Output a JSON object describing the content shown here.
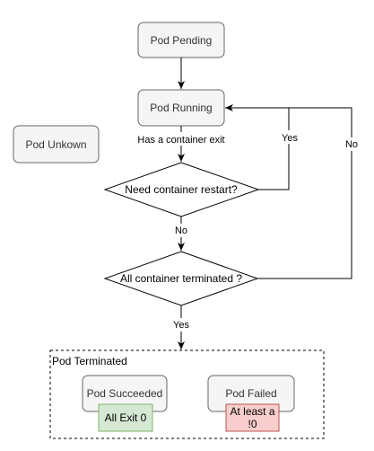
{
  "diagram": {
    "nodes": {
      "pod_pending": "Pod Pending",
      "pod_running": "Pod Running",
      "pod_unknown": "Pod Unkown",
      "pod_succeeded": "Pod Succeeded",
      "pod_failed": "Pod Failed"
    },
    "decisions": {
      "need_restart": "Need container restart?",
      "all_terminated": "All container terminated ?"
    },
    "edge_labels": {
      "has_container_exit": "Has a container exit",
      "restart_yes": "Yes",
      "restart_no": "No",
      "terminated_yes": "Yes",
      "terminated_no": "No"
    },
    "group": {
      "title": "Pod Terminated"
    },
    "badges": {
      "all_exit_zero": "All Exit 0",
      "at_least_nonzero_line1": "At least a",
      "at_least_nonzero_line2": "!0"
    },
    "colors": {
      "node_fill": "#f5f5f5",
      "node_stroke": "#666666",
      "success_fill": "#d5e8d4",
      "success_stroke": "#82b366",
      "failure_fill": "#f8cecc",
      "failure_stroke": "#b85450"
    }
  }
}
